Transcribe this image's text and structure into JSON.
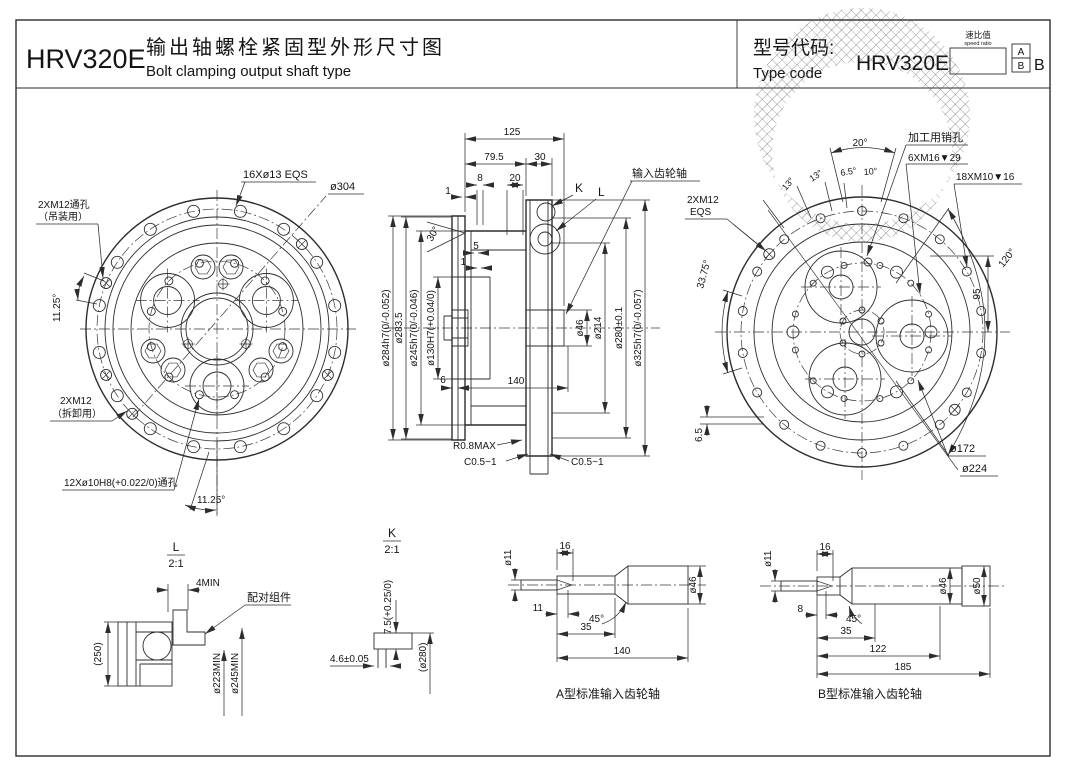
{
  "title_block": {
    "model": "HRV320E",
    "title_cn": "输出轴螺栓紧固型外形尺寸图",
    "title_en": "Bolt clamping output shaft type",
    "type_code_label_cn": "型号代码:",
    "type_code_label_en": "Type code",
    "type_code_model": "HRV320E",
    "ratio_cn": "速比值",
    "ratio_en": "speed ratio",
    "opt_a": "A",
    "opt_b": "B",
    "suffix": "B"
  },
  "front_view": {
    "bolt_holes": "16Xø13 EQS",
    "dia304": "ø304",
    "lift1": "2XM12通孔",
    "lift2": "（吊装用）",
    "angle_left": "11.25°",
    "rem1": "2XM12",
    "rem2": "（拆卸用）",
    "through": "12Xø10H8(+0.022/0)通孔",
    "angle_bottom": "11.25°"
  },
  "section": {
    "d125": "125",
    "d79_5": "79.5",
    "d30": "30",
    "d8": "8",
    "d20": "20",
    "d1a": "1",
    "a30": "30°",
    "d5": "5",
    "d1b": "1",
    "k": "K",
    "l": "L",
    "input_shaft": "输入齿轮轴",
    "dia284": "ø284h7(0/-0.052)",
    "dia283": "ø283.5",
    "dia245": "ø245h7(0/-0.046)",
    "dia130": "ø130H7(+0.04/0)",
    "dia46": "ø46",
    "dia214": "ø214",
    "dia280": "ø280±0.1",
    "dia325": "ø325h7(0/-0.057)",
    "d6": "6",
    "d140": "140",
    "r08": "R0.8MAX",
    "c05a": "C0.5~1",
    "c05b": "C0.5~1"
  },
  "rear_view": {
    "pin_hole": "加工用销孔",
    "m16": "6XM16▼29",
    "m10": "18XM10▼16",
    "a20": "20°",
    "a13a": "13°",
    "a13b": "13°",
    "a65": "6.5°",
    "a10": "10°",
    "m12": "2XM12",
    "eqs": "EQS",
    "a3375": "33.75°",
    "a120": "120°",
    "d95": "95",
    "d65": "6.5",
    "dia172": "ø172",
    "dia224": "ø224"
  },
  "detail_l": {
    "name": "L",
    "scale": "2:1",
    "d4": "4MIN",
    "mate": "配对组件",
    "d250": "(250)",
    "dia223": "ø223MIN",
    "dia245": "ø245MIN"
  },
  "detail_k": {
    "name": "K",
    "scale": "2:1",
    "d75": "7.5(+0.25/0)",
    "d46": "4.6±0.05",
    "dia280": "(ø280)"
  },
  "shaft_a": {
    "d16": "16",
    "dia11": "ø11",
    "d11": "11",
    "a45": "45°",
    "d35": "35",
    "d140": "140",
    "dia46": "ø46",
    "caption": "A型标准输入齿轮轴"
  },
  "shaft_b": {
    "d16": "16",
    "dia11": "ø11",
    "d8": "8",
    "a45": "45°",
    "d35": "35",
    "d122": "122",
    "d185": "185",
    "dia46": "ø46",
    "dia50": "ø50",
    "caption": "B型标准输入齿轮轴"
  }
}
